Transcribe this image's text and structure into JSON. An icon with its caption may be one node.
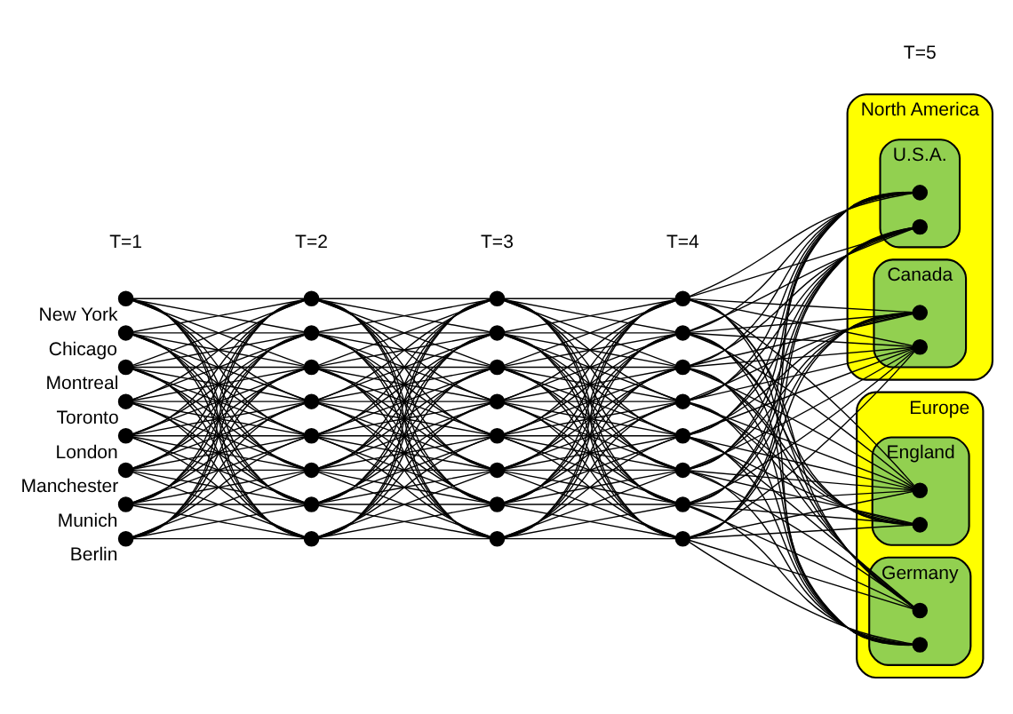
{
  "diagram": {
    "nodes": [
      {
        "text": [],
        "shape": "circle",
        "beside": [
          "New York"
        ]
      },
      {
        "text": [],
        "shape": "circle",
        "beside": [
          "Chicago"
        ]
      },
      {
        "text": [],
        "shape": "circle",
        "beside": [
          "Montreal"
        ]
      },
      {
        "text": [],
        "shape": "circle",
        "beside": [
          "Toronto"
        ]
      },
      {
        "text": [],
        "shape": "circle",
        "beside": [
          "London"
        ]
      },
      {
        "text": [],
        "shape": "circle",
        "beside": [
          "Manchester"
        ]
      },
      {
        "text": [],
        "shape": "circle",
        "beside": [
          "Munich"
        ]
      },
      {
        "text": [],
        "shape": "circle",
        "beside": [
          "Berlin"
        ]
      },
      {
        "text": [],
        "shape": "circle"
      },
      {
        "text": [],
        "shape": "circle"
      },
      {
        "text": [],
        "shape": "circle"
      },
      {
        "text": [],
        "shape": "circle"
      },
      {
        "text": [],
        "shape": "circle"
      },
      {
        "text": [],
        "shape": "circle"
      },
      {
        "text": [],
        "shape": "circle"
      },
      {
        "text": [],
        "shape": "circle"
      },
      {
        "text": [],
        "shape": "circle"
      },
      {
        "text": [],
        "shape": "circle"
      },
      {
        "text": [],
        "shape": "circle"
      },
      {
        "text": [],
        "shape": "circle"
      },
      {
        "text": [],
        "shape": "circle"
      },
      {
        "text": [],
        "shape": "circle"
      },
      {
        "text": [],
        "shape": "circle"
      },
      {
        "text": [],
        "shape": "circle"
      },
      {
        "text": [],
        "shape": "circle"
      },
      {
        "text": [],
        "shape": "circle"
      },
      {
        "text": [],
        "shape": "circle"
      },
      {
        "text": [],
        "shape": "circle"
      },
      {
        "text": [],
        "shape": "circle"
      },
      {
        "text": [],
        "shape": "circle"
      },
      {
        "text": [],
        "shape": "circle"
      },
      {
        "text": [],
        "shape": "circle"
      },
      {
        "text": [
          "North America"
        ]
      },
      {
        "text": [
          "U.S.A."
        ],
        "in": 32
      },
      {
        "text": [],
        "shape": "circle",
        "in": 33
      },
      {
        "text": [],
        "shape": "circle",
        "in": 33
      },
      {
        "text": [
          "Canada"
        ],
        "in": 32
      },
      {
        "text": [],
        "shape": "circle",
        "in": 36
      },
      {
        "text": [],
        "shape": "circle",
        "in": 36
      },
      {
        "text": [
          "Europe"
        ]
      },
      {
        "text": [
          "England"
        ],
        "in": 39
      },
      {
        "text": [],
        "shape": "circle",
        "in": 40
      },
      {
        "text": [],
        "shape": "circle",
        "in": 40
      },
      {
        "text": [
          "Germany"
        ],
        "in": 39
      },
      {
        "text": [],
        "shape": "circle",
        "in": 43
      },
      {
        "text": [],
        "shape": "circle",
        "in": 43
      }
    ],
    "edges": [
      {
        "from": 0,
        "to": 8,
        "arrow": "none"
      },
      {
        "from": 0,
        "to": 9,
        "arrow": "none"
      },
      {
        "from": 0,
        "to": 10,
        "arrow": "none"
      },
      {
        "from": 0,
        "to": 11,
        "arrow": "none"
      },
      {
        "from": 0,
        "to": 12,
        "arrow": "none"
      },
      {
        "from": 0,
        "to": 13,
        "arrow": "none"
      },
      {
        "from": 0,
        "to": 14,
        "arrow": "none"
      },
      {
        "from": 0,
        "to": 15,
        "arrow": "none"
      },
      {
        "from": 1,
        "to": 8,
        "arrow": "none"
      },
      {
        "from": 1,
        "to": 9,
        "arrow": "none"
      },
      {
        "from": 1,
        "to": 10,
        "arrow": "none"
      },
      {
        "from": 1,
        "to": 11,
        "arrow": "none"
      },
      {
        "from": 1,
        "to": 12,
        "arrow": "none"
      },
      {
        "from": 1,
        "to": 13,
        "arrow": "none"
      },
      {
        "from": 1,
        "to": 14,
        "arrow": "none"
      },
      {
        "from": 1,
        "to": 15,
        "arrow": "none"
      },
      {
        "from": 2,
        "to": 8,
        "arrow": "none"
      },
      {
        "from": 2,
        "to": 9,
        "arrow": "none"
      },
      {
        "from": 2,
        "to": 10,
        "arrow": "none"
      },
      {
        "from": 2,
        "to": 11,
        "arrow": "none"
      },
      {
        "from": 2,
        "to": 12,
        "arrow": "none"
      },
      {
        "from": 2,
        "to": 13,
        "arrow": "none"
      },
      {
        "from": 2,
        "to": 14,
        "arrow": "none"
      },
      {
        "from": 2,
        "to": 15,
        "arrow": "none"
      },
      {
        "from": 3,
        "to": 8,
        "arrow": "none"
      },
      {
        "from": 3,
        "to": 9,
        "arrow": "none"
      },
      {
        "from": 3,
        "to": 10,
        "arrow": "none"
      },
      {
        "from": 3,
        "to": 11,
        "arrow": "none"
      },
      {
        "from": 3,
        "to": 12,
        "arrow": "none"
      },
      {
        "from": 3,
        "to": 13,
        "arrow": "none"
      },
      {
        "from": 3,
        "to": 14,
        "arrow": "none"
      },
      {
        "from": 3,
        "to": 15,
        "arrow": "none"
      },
      {
        "from": 4,
        "to": 8,
        "arrow": "none"
      },
      {
        "from": 4,
        "to": 9,
        "arrow": "none"
      },
      {
        "from": 4,
        "to": 10,
        "arrow": "none"
      },
      {
        "from": 4,
        "to": 11,
        "arrow": "none"
      },
      {
        "from": 4,
        "to": 12,
        "arrow": "none"
      },
      {
        "from": 4,
        "to": 13,
        "arrow": "none"
      },
      {
        "from": 4,
        "to": 14,
        "arrow": "none"
      },
      {
        "from": 4,
        "to": 15,
        "arrow": "none"
      },
      {
        "from": 5,
        "to": 8,
        "arrow": "none"
      },
      {
        "from": 5,
        "to": 9,
        "arrow": "none"
      },
      {
        "from": 5,
        "to": 10,
        "arrow": "none"
      },
      {
        "from": 5,
        "to": 11,
        "arrow": "none"
      },
      {
        "from": 5,
        "to": 12,
        "arrow": "none"
      },
      {
        "from": 5,
        "to": 13,
        "arrow": "none"
      },
      {
        "from": 5,
        "to": 14,
        "arrow": "none"
      },
      {
        "from": 5,
        "to": 15,
        "arrow": "none"
      },
      {
        "from": 6,
        "to": 8,
        "arrow": "none"
      },
      {
        "from": 6,
        "to": 9,
        "arrow": "none"
      },
      {
        "from": 6,
        "to": 10,
        "arrow": "none"
      },
      {
        "from": 6,
        "to": 11,
        "arrow": "none"
      },
      {
        "from": 6,
        "to": 12,
        "arrow": "none"
      },
      {
        "from": 6,
        "to": 13,
        "arrow": "none"
      },
      {
        "from": 6,
        "to": 14,
        "arrow": "none"
      },
      {
        "from": 6,
        "to": 15,
        "arrow": "none"
      },
      {
        "from": 7,
        "to": 8,
        "arrow": "none"
      },
      {
        "from": 7,
        "to": 9,
        "arrow": "none"
      },
      {
        "from": 7,
        "to": 10,
        "arrow": "none"
      },
      {
        "from": 7,
        "to": 11,
        "arrow": "none"
      },
      {
        "from": 7,
        "to": 12,
        "arrow": "none"
      },
      {
        "from": 7,
        "to": 13,
        "arrow": "none"
      },
      {
        "from": 7,
        "to": 14,
        "arrow": "none"
      },
      {
        "from": 7,
        "to": 15,
        "arrow": "none"
      },
      {
        "from": 8,
        "to": 16,
        "arrow": "none"
      },
      {
        "from": 8,
        "to": 17,
        "arrow": "none"
      },
      {
        "from": 8,
        "to": 18,
        "arrow": "none"
      },
      {
        "from": 8,
        "to": 19,
        "arrow": "none"
      },
      {
        "from": 8,
        "to": 20,
        "arrow": "none"
      },
      {
        "from": 8,
        "to": 21,
        "arrow": "none"
      },
      {
        "from": 8,
        "to": 22,
        "arrow": "none"
      },
      {
        "from": 8,
        "to": 23,
        "arrow": "none"
      },
      {
        "from": 9,
        "to": 16,
        "arrow": "none"
      },
      {
        "from": 9,
        "to": 17,
        "arrow": "none"
      },
      {
        "from": 9,
        "to": 18,
        "arrow": "none"
      },
      {
        "from": 9,
        "to": 19,
        "arrow": "none"
      },
      {
        "from": 9,
        "to": 20,
        "arrow": "none"
      },
      {
        "from": 9,
        "to": 21,
        "arrow": "none"
      },
      {
        "from": 9,
        "to": 22,
        "arrow": "none"
      },
      {
        "from": 9,
        "to": 23,
        "arrow": "none"
      },
      {
        "from": 10,
        "to": 16,
        "arrow": "none"
      },
      {
        "from": 10,
        "to": 17,
        "arrow": "none"
      },
      {
        "from": 10,
        "to": 18,
        "arrow": "none"
      },
      {
        "from": 10,
        "to": 19,
        "arrow": "none"
      },
      {
        "from": 10,
        "to": 20,
        "arrow": "none"
      },
      {
        "from": 10,
        "to": 21,
        "arrow": "none"
      },
      {
        "from": 10,
        "to": 22,
        "arrow": "none"
      },
      {
        "from": 10,
        "to": 23,
        "arrow": "none"
      },
      {
        "from": 11,
        "to": 16,
        "arrow": "none"
      },
      {
        "from": 11,
        "to": 17,
        "arrow": "none"
      },
      {
        "from": 11,
        "to": 18,
        "arrow": "none"
      },
      {
        "from": 11,
        "to": 19,
        "arrow": "none"
      },
      {
        "from": 11,
        "to": 20,
        "arrow": "none"
      },
      {
        "from": 11,
        "to": 21,
        "arrow": "none"
      },
      {
        "from": 11,
        "to": 22,
        "arrow": "none"
      },
      {
        "from": 11,
        "to": 23,
        "arrow": "none"
      },
      {
        "from": 12,
        "to": 16,
        "arrow": "none"
      },
      {
        "from": 12,
        "to": 17,
        "arrow": "none"
      },
      {
        "from": 12,
        "to": 18,
        "arrow": "none"
      },
      {
        "from": 12,
        "to": 19,
        "arrow": "none"
      },
      {
        "from": 12,
        "to": 20,
        "arrow": "none"
      },
      {
        "from": 12,
        "to": 21,
        "arrow": "none"
      },
      {
        "from": 12,
        "to": 22,
        "arrow": "none"
      },
      {
        "from": 12,
        "to": 23,
        "arrow": "none"
      },
      {
        "from": 13,
        "to": 16,
        "arrow": "none"
      },
      {
        "from": 13,
        "to": 17,
        "arrow": "none"
      },
      {
        "from": 13,
        "to": 18,
        "arrow": "none"
      },
      {
        "from": 13,
        "to": 19,
        "arrow": "none"
      },
      {
        "from": 13,
        "to": 20,
        "arrow": "none"
      },
      {
        "from": 13,
        "to": 21,
        "arrow": "none"
      },
      {
        "from": 13,
        "to": 22,
        "arrow": "none"
      },
      {
        "from": 13,
        "to": 23,
        "arrow": "none"
      },
      {
        "from": 14,
        "to": 16,
        "arrow": "none"
      },
      {
        "from": 14,
        "to": 17,
        "arrow": "none"
      },
      {
        "from": 14,
        "to": 18,
        "arrow": "none"
      },
      {
        "from": 14,
        "to": 19,
        "arrow": "none"
      },
      {
        "from": 14,
        "to": 20,
        "arrow": "none"
      },
      {
        "from": 14,
        "to": 21,
        "arrow": "none"
      },
      {
        "from": 14,
        "to": 22,
        "arrow": "none"
      },
      {
        "from": 14,
        "to": 23,
        "arrow": "none"
      },
      {
        "from": 15,
        "to": 16,
        "arrow": "none"
      },
      {
        "from": 15,
        "to": 17,
        "arrow": "none"
      },
      {
        "from": 15,
        "to": 18,
        "arrow": "none"
      },
      {
        "from": 15,
        "to": 19,
        "arrow": "none"
      },
      {
        "from": 15,
        "to": 20,
        "arrow": "none"
      },
      {
        "from": 15,
        "to": 21,
        "arrow": "none"
      },
      {
        "from": 15,
        "to": 22,
        "arrow": "none"
      },
      {
        "from": 15,
        "to": 23,
        "arrow": "none"
      },
      {
        "from": 16,
        "to": 24,
        "arrow": "none"
      },
      {
        "from": 16,
        "to": 25,
        "arrow": "none"
      },
      {
        "from": 16,
        "to": 26,
        "arrow": "none"
      },
      {
        "from": 16,
        "to": 27,
        "arrow": "none"
      },
      {
        "from": 16,
        "to": 28,
        "arrow": "none"
      },
      {
        "from": 16,
        "to": 29,
        "arrow": "none"
      },
      {
        "from": 16,
        "to": 30,
        "arrow": "none"
      },
      {
        "from": 16,
        "to": 31,
        "arrow": "none"
      },
      {
        "from": 17,
        "to": 24,
        "arrow": "none"
      },
      {
        "from": 17,
        "to": 25,
        "arrow": "none"
      },
      {
        "from": 17,
        "to": 26,
        "arrow": "none"
      },
      {
        "from": 17,
        "to": 27,
        "arrow": "none"
      },
      {
        "from": 17,
        "to": 28,
        "arrow": "none"
      },
      {
        "from": 17,
        "to": 29,
        "arrow": "none"
      },
      {
        "from": 17,
        "to": 30,
        "arrow": "none"
      },
      {
        "from": 17,
        "to": 31,
        "arrow": "none"
      },
      {
        "from": 18,
        "to": 24,
        "arrow": "none"
      },
      {
        "from": 18,
        "to": 25,
        "arrow": "none"
      },
      {
        "from": 18,
        "to": 26,
        "arrow": "none"
      },
      {
        "from": 18,
        "to": 27,
        "arrow": "none"
      },
      {
        "from": 18,
        "to": 28,
        "arrow": "none"
      },
      {
        "from": 18,
        "to": 29,
        "arrow": "none"
      },
      {
        "from": 18,
        "to": 30,
        "arrow": "none"
      },
      {
        "from": 18,
        "to": 31,
        "arrow": "none"
      },
      {
        "from": 19,
        "to": 24,
        "arrow": "none"
      },
      {
        "from": 19,
        "to": 25,
        "arrow": "none"
      },
      {
        "from": 19,
        "to": 26,
        "arrow": "none"
      },
      {
        "from": 19,
        "to": 27,
        "arrow": "none"
      },
      {
        "from": 19,
        "to": 28,
        "arrow": "none"
      },
      {
        "from": 19,
        "to": 29,
        "arrow": "none"
      },
      {
        "from": 19,
        "to": 30,
        "arrow": "none"
      },
      {
        "from": 19,
        "to": 31,
        "arrow": "none"
      },
      {
        "from": 20,
        "to": 24,
        "arrow": "none"
      },
      {
        "from": 20,
        "to": 25,
        "arrow": "none"
      },
      {
        "from": 20,
        "to": 26,
        "arrow": "none"
      },
      {
        "from": 20,
        "to": 27,
        "arrow": "none"
      },
      {
        "from": 20,
        "to": 28,
        "arrow": "none"
      },
      {
        "from": 20,
        "to": 29,
        "arrow": "none"
      },
      {
        "from": 20,
        "to": 30,
        "arrow": "none"
      },
      {
        "from": 20,
        "to": 31,
        "arrow": "none"
      },
      {
        "from": 21,
        "to": 24,
        "arrow": "none"
      },
      {
        "from": 21,
        "to": 25,
        "arrow": "none"
      },
      {
        "from": 21,
        "to": 26,
        "arrow": "none"
      },
      {
        "from": 21,
        "to": 27,
        "arrow": "none"
      },
      {
        "from": 21,
        "to": 28,
        "arrow": "none"
      },
      {
        "from": 21,
        "to": 29,
        "arrow": "none"
      },
      {
        "from": 21,
        "to": 30,
        "arrow": "none"
      },
      {
        "from": 21,
        "to": 31,
        "arrow": "none"
      },
      {
        "from": 22,
        "to": 24,
        "arrow": "none"
      },
      {
        "from": 22,
        "to": 25,
        "arrow": "none"
      },
      {
        "from": 22,
        "to": 26,
        "arrow": "none"
      },
      {
        "from": 22,
        "to": 27,
        "arrow": "none"
      },
      {
        "from": 22,
        "to": 28,
        "arrow": "none"
      },
      {
        "from": 22,
        "to": 29,
        "arrow": "none"
      },
      {
        "from": 22,
        "to": 30,
        "arrow": "none"
      },
      {
        "from": 22,
        "to": 31,
        "arrow": "none"
      },
      {
        "from": 23,
        "to": 24,
        "arrow": "none"
      },
      {
        "from": 23,
        "to": 25,
        "arrow": "none"
      },
      {
        "from": 23,
        "to": 26,
        "arrow": "none"
      },
      {
        "from": 23,
        "to": 27,
        "arrow": "none"
      },
      {
        "from": 23,
        "to": 28,
        "arrow": "none"
      },
      {
        "from": 23,
        "to": 29,
        "arrow": "none"
      },
      {
        "from": 23,
        "to": 30,
        "arrow": "none"
      },
      {
        "from": 23,
        "to": 31,
        "arrow": "none"
      },
      {
        "from": 24,
        "to": 34,
        "arrow": "none"
      },
      {
        "from": 24,
        "to": 35,
        "arrow": "none"
      },
      {
        "from": 24,
        "to": 37,
        "arrow": "none"
      },
      {
        "from": 24,
        "to": 38,
        "arrow": "none"
      },
      {
        "from": 24,
        "to": 41,
        "arrow": "none"
      },
      {
        "from": 24,
        "to": 42,
        "arrow": "none"
      },
      {
        "from": 24,
        "to": 44,
        "arrow": "none"
      },
      {
        "from": 24,
        "to": 45,
        "arrow": "none"
      },
      {
        "from": 25,
        "to": 34,
        "arrow": "none"
      },
      {
        "from": 25,
        "to": 35,
        "arrow": "none"
      },
      {
        "from": 25,
        "to": 37,
        "arrow": "none"
      },
      {
        "from": 25,
        "to": 38,
        "arrow": "none"
      },
      {
        "from": 25,
        "to": 41,
        "arrow": "none"
      },
      {
        "from": 25,
        "to": 42,
        "arrow": "none"
      },
      {
        "from": 25,
        "to": 44,
        "arrow": "none"
      },
      {
        "from": 25,
        "to": 45,
        "arrow": "none"
      },
      {
        "from": 26,
        "to": 34,
        "arrow": "none"
      },
      {
        "from": 26,
        "to": 35,
        "arrow": "none"
      },
      {
        "from": 26,
        "to": 37,
        "arrow": "none"
      },
      {
        "from": 26,
        "to": 38,
        "arrow": "none"
      },
      {
        "from": 26,
        "to": 41,
        "arrow": "none"
      },
      {
        "from": 26,
        "to": 42,
        "arrow": "none"
      },
      {
        "from": 26,
        "to": 44,
        "arrow": "none"
      },
      {
        "from": 26,
        "to": 45,
        "arrow": "none"
      },
      {
        "from": 27,
        "to": 34,
        "arrow": "none"
      },
      {
        "from": 27,
        "to": 35,
        "arrow": "none"
      },
      {
        "from": 27,
        "to": 37,
        "arrow": "none"
      },
      {
        "from": 27,
        "to": 38,
        "arrow": "none"
      },
      {
        "from": 27,
        "to": 41,
        "arrow": "none"
      },
      {
        "from": 27,
        "to": 42,
        "arrow": "none"
      },
      {
        "from": 27,
        "to": 44,
        "arrow": "none"
      },
      {
        "from": 27,
        "to": 45,
        "arrow": "none"
      },
      {
        "from": 28,
        "to": 34,
        "arrow": "none"
      },
      {
        "from": 28,
        "to": 35,
        "arrow": "none"
      },
      {
        "from": 28,
        "to": 37,
        "arrow": "none"
      },
      {
        "from": 28,
        "to": 38,
        "arrow": "none"
      },
      {
        "from": 28,
        "to": 41,
        "arrow": "none"
      },
      {
        "from": 28,
        "to": 42,
        "arrow": "none"
      },
      {
        "from": 28,
        "to": 44,
        "arrow": "none"
      },
      {
        "from": 28,
        "to": 45,
        "arrow": "none"
      },
      {
        "from": 29,
        "to": 34,
        "arrow": "none"
      },
      {
        "from": 29,
        "to": 35,
        "arrow": "none"
      },
      {
        "from": 29,
        "to": 37,
        "arrow": "none"
      },
      {
        "from": 29,
        "to": 38,
        "arrow": "none"
      },
      {
        "from": 29,
        "to": 41,
        "arrow": "none"
      },
      {
        "from": 29,
        "to": 42,
        "arrow": "none"
      },
      {
        "from": 29,
        "to": 44,
        "arrow": "none"
      },
      {
        "from": 29,
        "to": 45,
        "arrow": "none"
      },
      {
        "from": 30,
        "to": 34,
        "arrow": "none"
      },
      {
        "from": 30,
        "to": 35,
        "arrow": "none"
      },
      {
        "from": 30,
        "to": 37,
        "arrow": "none"
      },
      {
        "from": 30,
        "to": 38,
        "arrow": "none"
      },
      {
        "from": 30,
        "to": 41,
        "arrow": "none"
      },
      {
        "from": 30,
        "to": 42,
        "arrow": "none"
      },
      {
        "from": 30,
        "to": 44,
        "arrow": "none"
      },
      {
        "from": 30,
        "to": 45,
        "arrow": "none"
      },
      {
        "from": 31,
        "to": 34,
        "arrow": "none"
      },
      {
        "from": 31,
        "to": 35,
        "arrow": "none"
      },
      {
        "from": 31,
        "to": 37,
        "arrow": "none"
      },
      {
        "from": 31,
        "to": 38,
        "arrow": "none"
      },
      {
        "from": 31,
        "to": 41,
        "arrow": "none"
      },
      {
        "from": 31,
        "to": 42,
        "arrow": "none"
      },
      {
        "from": 31,
        "to": 44,
        "arrow": "none"
      },
      {
        "from": 31,
        "to": 45,
        "arrow": "none"
      }
    ],
    "labels": [
      "T=1",
      "T=2",
      "T=3",
      "T=4",
      "T=5"
    ]
  }
}
